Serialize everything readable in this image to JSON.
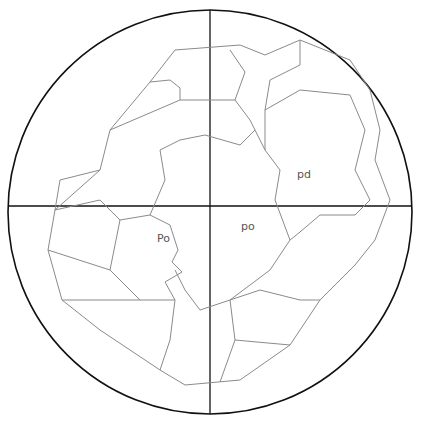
{
  "diagram": {
    "labels": [
      "pd",
      "Po",
      "po"
    ]
  }
}
